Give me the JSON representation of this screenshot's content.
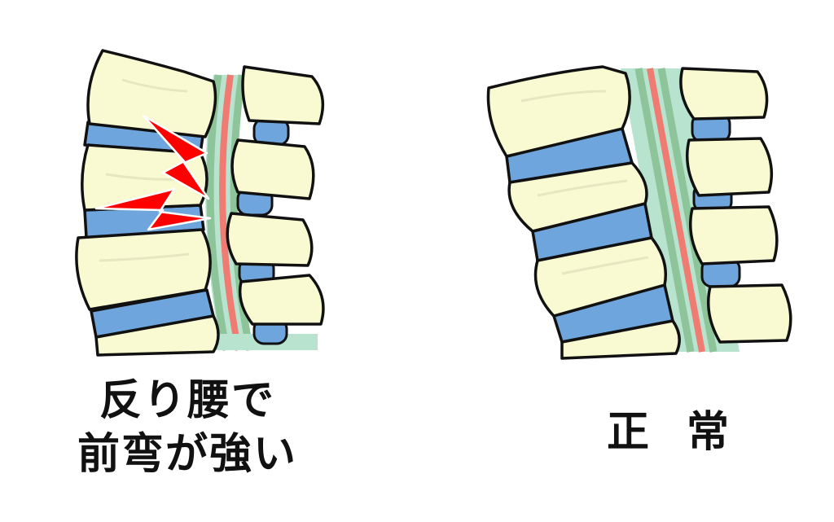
{
  "labels": {
    "lordosis_line1": "反り腰で",
    "lordosis_line2": "前弯が強い",
    "normal_char1": "正",
    "normal_char2": "常"
  },
  "colors": {
    "outline": "#111111",
    "bone": "#fafad2",
    "bone_shade": "#e6e6c0",
    "disc": "#6fa5dd",
    "canal": "#b7e3cf",
    "canal_stripe": "#8ec49a",
    "spinal_cord": "#ef7b72",
    "pain": "#ff0000"
  },
  "icons": {
    "pain": "lightning-bolt-icon"
  }
}
